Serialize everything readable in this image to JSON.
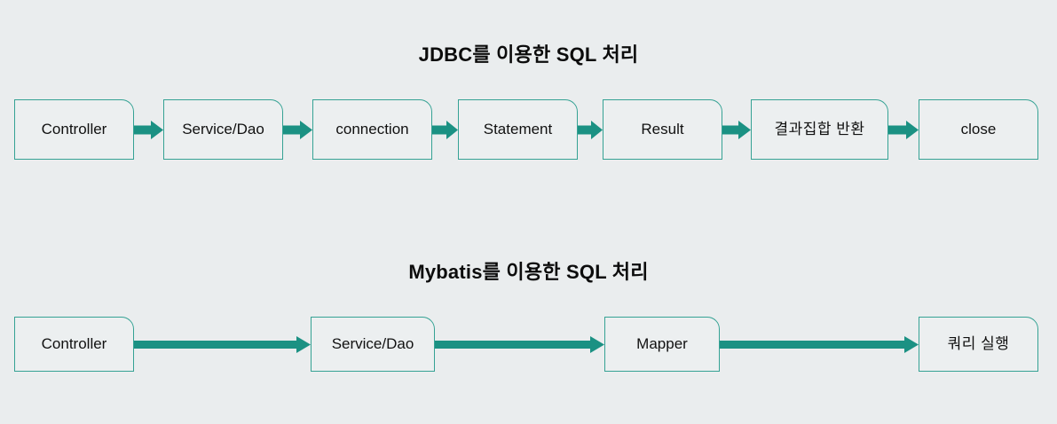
{
  "page": {
    "background_color": "#eaedee",
    "accent_color": "#1b9183",
    "box_border_color": "#35a294",
    "box_fill_color": "#eceff0",
    "text_color": "#111111"
  },
  "sections": [
    {
      "id": "jdbc",
      "title": "JDBC를 이용한 SQL 처리",
      "steps": [
        {
          "label": "Controller",
          "korean": false
        },
        {
          "label": "Service/Dao",
          "korean": false
        },
        {
          "label": "connection",
          "korean": false
        },
        {
          "label": "Statement",
          "korean": false
        },
        {
          "label": "Result",
          "korean": false
        },
        {
          "label": "결과집합 반환",
          "korean": true
        },
        {
          "label": "close",
          "korean": false
        }
      ]
    },
    {
      "id": "mybatis",
      "title": "Mybatis를 이용한 SQL 처리",
      "steps": [
        {
          "label": "Controller",
          "korean": false
        },
        {
          "label": "Service/Dao",
          "korean": false
        },
        {
          "label": "Mapper",
          "korean": false
        },
        {
          "label": "쿼리 실행",
          "korean": true
        }
      ]
    }
  ]
}
